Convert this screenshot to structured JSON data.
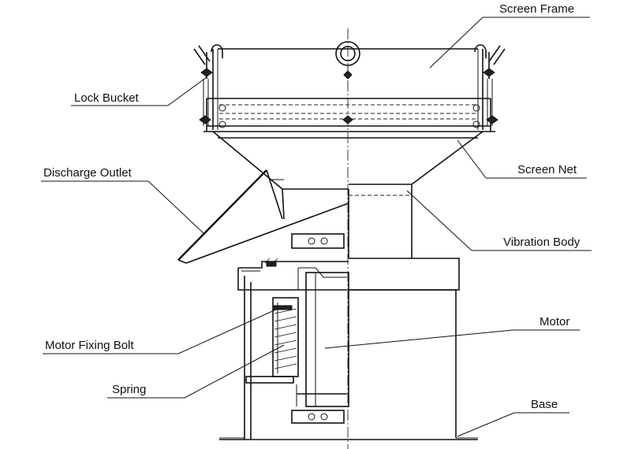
{
  "labels": {
    "screen_frame": "Screen Frame",
    "lock_bucket": "Lock Bucket",
    "discharge_outlet": "Discharge Outlet",
    "screen_net": "Screen Net",
    "vibration_body": "Vibration Body",
    "motor": "Motor",
    "motor_fixing_bolt": "Motor Fixing Bolt",
    "spring": "Spring",
    "base": "Base"
  },
  "colors": {
    "line": "#111111",
    "background": "#ffffff"
  }
}
